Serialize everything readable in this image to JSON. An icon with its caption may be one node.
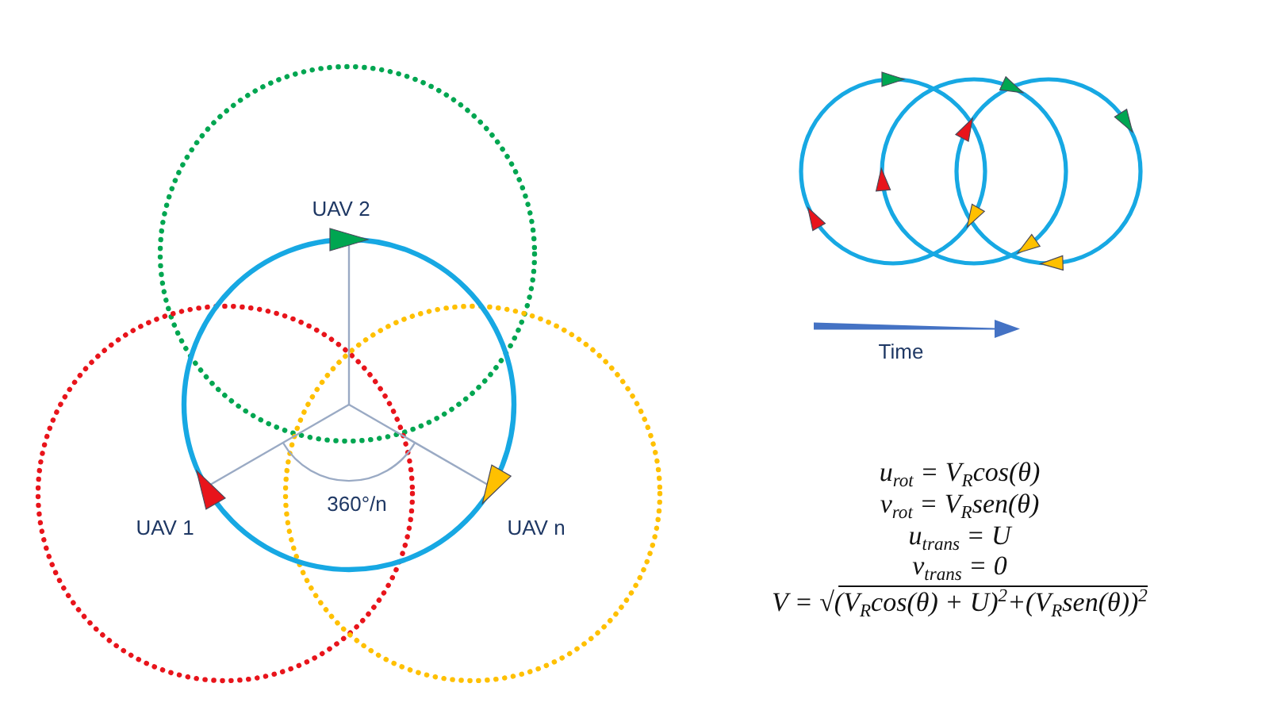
{
  "diagram": {
    "labels": [
      "UAV 2",
      "UAV 1",
      "360°/n",
      "UAV n",
      "Time",
      "u$_{rot}$ = V$_{R}$cos(θ)",
      "v$_{rot}$ = V$_{R}$sen(θ)",
      "u$_{trans}$ = U",
      "v$_{trans}$ = 0",
      "V = √(V$_{R}$cos(θ) + U)$^{2}$+(V$_{R}$sen(θ))$^{2}$"
    ]
  }
}
